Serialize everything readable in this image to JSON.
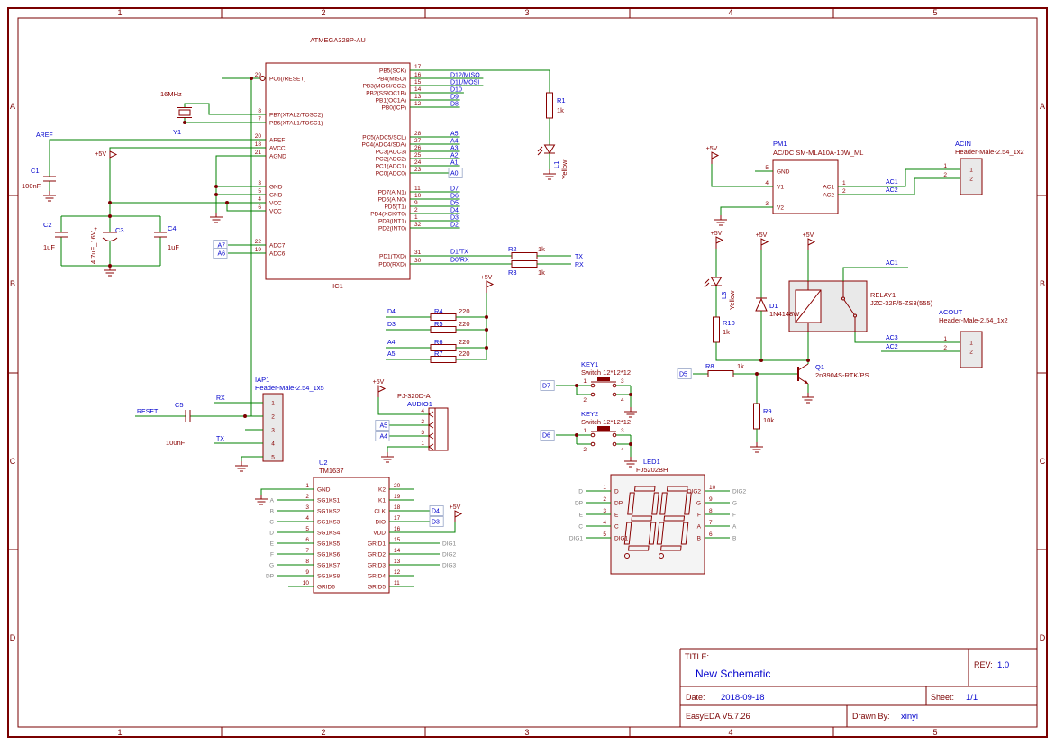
{
  "frame": {
    "cols": [
      "1",
      "2",
      "3",
      "4",
      "5"
    ],
    "rows": [
      "A",
      "B",
      "C",
      "D"
    ]
  },
  "title_block": {
    "title_label": "TITLE:",
    "title": "New Schematic",
    "rev_label": "REV:",
    "rev": "1.0",
    "date_label": "Date:",
    "date": "2018-09-18",
    "sheet_label": "Sheet:",
    "sheet": "1/1",
    "tool": "EasyEDA V5.7.26",
    "drawn_by_label": "Drawn By:",
    "drawn_by": "xinyi"
  },
  "labels": {
    "plus5v": "+5V",
    "aref": "AREF",
    "reset": "RESET",
    "rx": "RX",
    "tx": "TX",
    "net_d7": "D7",
    "net_d6": "D6",
    "net_d5": "D5",
    "net_d4": "D4",
    "net_d3": "D3",
    "net_a4": "A4",
    "net_a5": "A5",
    "ac1": "AC1",
    "ac2": "AC2",
    "ac3": "AC3"
  },
  "ic1": {
    "name": "ATMEGA328P-AU",
    "ref": "IC1",
    "left": [
      {
        "n": "29",
        "name": "PC6(/RESET)"
      },
      {
        "n": "8",
        "name": "PB7(XTAL2/TOSC2)"
      },
      {
        "n": "7",
        "name": "PB6(XTAL1/TOSC1)"
      },
      {
        "n": "20",
        "name": "AREF"
      },
      {
        "n": "18",
        "name": "AVCC"
      },
      {
        "n": "21",
        "name": "AGND"
      },
      {
        "n": "3",
        "name": "GND"
      },
      {
        "n": "5",
        "name": "GND"
      },
      {
        "n": "4",
        "name": "VCC"
      },
      {
        "n": "6",
        "name": "VCC"
      },
      {
        "n": "22",
        "name": "ADC7",
        "net": "A7",
        "boxed": true
      },
      {
        "n": "19",
        "name": "ADC6",
        "net": "A6",
        "boxed": true
      }
    ],
    "right": [
      {
        "n": "17",
        "name": "PB5(SCK)"
      },
      {
        "n": "16",
        "name": "PB4(MISO)",
        "net": "D12/MISO"
      },
      {
        "n": "15",
        "name": "PB3(MOSI/OC2)",
        "net": "D11/MOSI"
      },
      {
        "n": "14",
        "name": "PB2(SS/OC1B)",
        "net": "D10"
      },
      {
        "n": "13",
        "name": "PB1(OC1A)",
        "net": "D9"
      },
      {
        "n": "12",
        "name": "PB0(ICP)",
        "net": "D8"
      },
      {
        "n": "28",
        "name": "PC5(ADC5/SCL)",
        "net": "A5"
      },
      {
        "n": "27",
        "name": "PC4(ADC4/SDA)",
        "net": "A4"
      },
      {
        "n": "26",
        "name": "PC3(ADC3)",
        "net": "A3"
      },
      {
        "n": "25",
        "name": "PC2(ADC2)",
        "net": "A2"
      },
      {
        "n": "24",
        "name": "PC1(ADC1)",
        "net": "A1"
      },
      {
        "n": "23",
        "name": "PC0(ADC0)",
        "net": "A0",
        "boxed": true
      },
      {
        "n": "11",
        "name": "PD7(AIN1)",
        "net": "D7"
      },
      {
        "n": "10",
        "name": "PD6(AIN0)",
        "net": "D6"
      },
      {
        "n": "9",
        "name": "PD5(T1)",
        "net": "D5"
      },
      {
        "n": "2",
        "name": "PD4(XCK/T0)",
        "net": "D4"
      },
      {
        "n": "1",
        "name": "PD3(INT1)",
        "net": "D3"
      },
      {
        "n": "32",
        "name": "PD2(INT0)",
        "net": "D2"
      },
      {
        "n": "31",
        "name": "PD1(TXD)",
        "net": "D1/TX",
        "over": true
      },
      {
        "n": "30",
        "name": "PD0(RXD)",
        "net": "D0/RX",
        "over": true
      }
    ]
  },
  "u2": {
    "ref": "U2",
    "value": "TM1637",
    "left": [
      {
        "n": "1",
        "name": "GND"
      },
      {
        "n": "2",
        "name": "SG1KS1",
        "net": "A",
        "gray": true
      },
      {
        "n": "3",
        "name": "SG1KS2",
        "net": "B",
        "gray": true
      },
      {
        "n": "4",
        "name": "SG1KS3",
        "net": "C",
        "gray": true
      },
      {
        "n": "5",
        "name": "SG1KS4",
        "net": "D",
        "gray": true
      },
      {
        "n": "6",
        "name": "SG1KS5",
        "net": "E",
        "gray": true
      },
      {
        "n": "7",
        "name": "SG1KS6",
        "net": "F",
        "gray": true
      },
      {
        "n": "8",
        "name": "SG1KS7",
        "net": "G",
        "gray": true
      },
      {
        "n": "9",
        "name": "SG1KS8",
        "net": "DP",
        "gray": true
      },
      {
        "n": "10",
        "name": "GRID6"
      }
    ],
    "right": [
      {
        "n": "20",
        "name": "K2"
      },
      {
        "n": "19",
        "name": "K1"
      },
      {
        "n": "18",
        "name": "CLK",
        "net": "D4",
        "boxed": true
      },
      {
        "n": "17",
        "name": "DIO",
        "net": "D3",
        "boxed": true
      },
      {
        "n": "16",
        "name": "VDD"
      },
      {
        "n": "15",
        "name": "GRID1",
        "net": "DIG1",
        "gray": true
      },
      {
        "n": "14",
        "name": "GRID2",
        "net": "DIG2",
        "gray": true
      },
      {
        "n": "13",
        "name": "GRID3",
        "net": "DIG3",
        "gray": true
      },
      {
        "n": "12",
        "name": "GRID4"
      },
      {
        "n": "11",
        "name": "GRID5"
      }
    ]
  },
  "led1": {
    "ref": "LED1",
    "value": "FJ5202BH",
    "left": [
      {
        "n": "1",
        "name": "D",
        "net": "D",
        "gray": true
      },
      {
        "n": "2",
        "name": "DP",
        "net": "DP",
        "gray": true
      },
      {
        "n": "3",
        "name": "E",
        "net": "E",
        "gray": true
      },
      {
        "n": "4",
        "name": "C",
        "net": "C",
        "gray": true
      },
      {
        "n": "5",
        "name": "DIG1",
        "net": "DIG1",
        "gray": true
      }
    ],
    "right": [
      {
        "n": "10",
        "name": "DIG2",
        "net": "DIG2",
        "gray": true
      },
      {
        "n": "9",
        "name": "G",
        "net": "G",
        "gray": true
      },
      {
        "n": "8",
        "name": "F",
        "net": "F",
        "gray": true
      },
      {
        "n": "7",
        "name": "A",
        "net": "A",
        "gray": true
      },
      {
        "n": "6",
        "name": "B",
        "net": "B",
        "gray": true
      }
    ]
  },
  "pm1": {
    "ref": "PM1",
    "value": "AC/DC SM-MLA10A-10W_ML",
    "left": [
      {
        "n": "5",
        "name": "GND"
      },
      {
        "n": "4",
        "name": "V1"
      },
      {
        "n": "3",
        "name": "V2"
      }
    ],
    "right": [
      {
        "n": "1",
        "name": "AC1"
      },
      {
        "n": "2",
        "name": "AC2"
      }
    ]
  },
  "components": {
    "y1": {
      "ref": "Y1",
      "value": "16MHz"
    },
    "c1": {
      "ref": "C1",
      "value": "100nF"
    },
    "c2": {
      "ref": "C2",
      "value": "1uF"
    },
    "c3": {
      "ref": "C3",
      "value": "4.7uF_16V"
    },
    "c4": {
      "ref": "C4",
      "value": "1uF"
    },
    "c5": {
      "ref": "C5",
      "value": "100nF"
    },
    "r1": {
      "ref": "R1",
      "value": "1k"
    },
    "r2": {
      "ref": "R2",
      "value": "1k"
    },
    "r3": {
      "ref": "R3",
      "value": "1k"
    },
    "r4": {
      "ref": "R4",
      "value": "220"
    },
    "r5": {
      "ref": "R5",
      "value": "220"
    },
    "r6": {
      "ref": "R6",
      "value": "220"
    },
    "r7": {
      "ref": "R7",
      "value": "220"
    },
    "r8": {
      "ref": "R8",
      "value": "1k"
    },
    "r9": {
      "ref": "R9",
      "value": "10k"
    },
    "r10": {
      "ref": "R10",
      "value": "1k"
    },
    "l1": {
      "ref": "L1",
      "value": "Yellow"
    },
    "l3": {
      "ref": "L3",
      "value": "Yellow"
    },
    "d1": {
      "ref": "D1",
      "value": "1N4148W"
    },
    "q1": {
      "ref": "Q1",
      "value": "2n3904S-RTK/PS"
    },
    "iap1": {
      "ref": "IAP1",
      "value": "Header-Male-2.54_1x5",
      "pins": [
        "1",
        "2",
        "3",
        "4",
        "5"
      ]
    },
    "audio1": {
      "ref": "AUDIO1",
      "value": "PJ-320D-A",
      "pins": [
        "4",
        "2",
        "3",
        "1"
      ]
    },
    "key1": {
      "ref": "KEY1",
      "value": "Switch 12*12*12",
      "pins": [
        "1",
        "2",
        "3",
        "4"
      ]
    },
    "key2": {
      "ref": "KEY2",
      "value": "Switch 12*12*12",
      "pins": [
        "1",
        "2",
        "3",
        "4"
      ]
    },
    "acin": {
      "ref": "ACIN",
      "value": "Header-Male-2.54_1x2",
      "pins": [
        "1",
        "2"
      ]
    },
    "acout": {
      "ref": "ACOUT",
      "value": "Header-Male-2.54_1x2",
      "pins": [
        "1",
        "2"
      ]
    },
    "relay1": {
      "ref": "RELAY1",
      "value": "JZC-32F/5-ZS3(555)"
    }
  }
}
